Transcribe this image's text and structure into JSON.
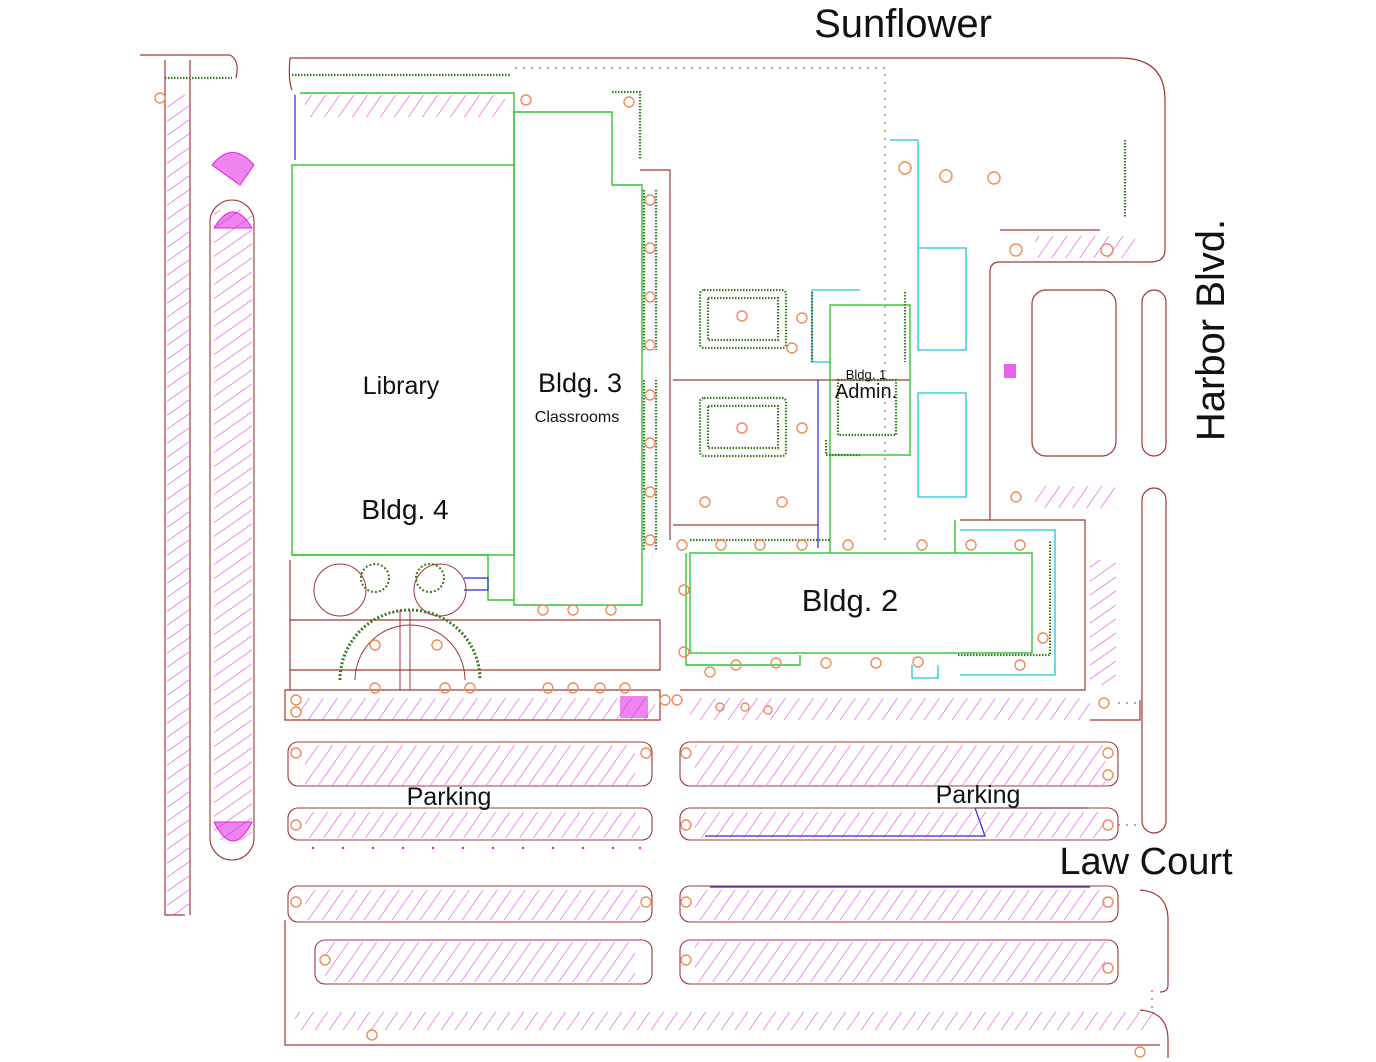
{
  "streets": {
    "north": "Sunflower",
    "east": "Harbor Blvd.",
    "south": "Law Court"
  },
  "buildings": {
    "library": "Library",
    "bldg3": "Bldg. 3",
    "bldg3_use": "Classrooms",
    "bldg4": "Bldg. 4",
    "bldg1": "Bldg. 1",
    "bldg1_use": "Admin.",
    "bldg2": "Bldg. 2"
  },
  "parking": {
    "west": "Parking",
    "east": "Parking"
  },
  "colors": {
    "outline": "#a03838",
    "building": "#2fc42f",
    "stall": "#e020e0",
    "tree": "#f08a5a",
    "hedge": "#3a7a22",
    "cyan": "#19c7d9",
    "blue": "#2a2ad8"
  }
}
